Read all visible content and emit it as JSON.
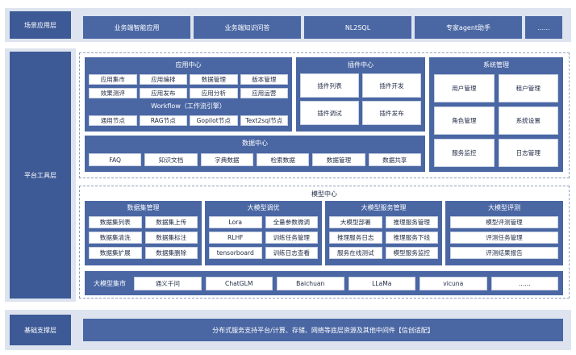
{
  "layers": {
    "scene": "场景应用层",
    "platform": "平台工具层",
    "base": "基础支撑层"
  },
  "scene_items": [
    "业务端智能应用",
    "业务端知识问答",
    "NL2SQL",
    "专家agent助手",
    "......"
  ],
  "app_center": {
    "title": "应用中心",
    "row1": [
      "应用集市",
      "应用编排",
      "数据管理",
      "版本管理"
    ],
    "row2": [
      "效果测评",
      "应用发布",
      "应用分析",
      "应用运营"
    ],
    "workflow_title": "Workflow（工作流引擎）",
    "row3": [
      "通用节点",
      "RAG节点",
      "Gopilot节点",
      "Text2sql节点"
    ]
  },
  "plugin_center": {
    "title": "插件中心",
    "items": [
      "插件列表",
      "插件开发",
      "插件调试",
      "插件发布"
    ]
  },
  "system_mgmt": {
    "title": "系统管理",
    "items": [
      "用户管理",
      "租户管理",
      "角色管理",
      "系统设置",
      "服务监控",
      "日志管理"
    ]
  },
  "data_center": {
    "title": "数据中心",
    "items": [
      "FAQ",
      "知识文档",
      "字典数据",
      "检索数据",
      "数据管理",
      "数据共享"
    ]
  },
  "model_center": {
    "title": "模型中心",
    "dataset": {
      "title": "数据集管理",
      "items": [
        "数据集列表",
        "数据集上传",
        "数据集清洗",
        "数据集标注",
        "数据集扩展",
        "数据集删除"
      ]
    },
    "tuning": {
      "title": "大模型调优",
      "items": [
        "Lora",
        "全量参数微调",
        "RLHF",
        "训练任务管理",
        "tensorboard",
        "训练日志查看"
      ]
    },
    "service": {
      "title": "大模型服务管理",
      "items": [
        "大模型部署",
        "推理服务管理",
        "推理服务日志",
        "推理服务下线",
        "服务在线测试",
        "模型服务监控"
      ]
    },
    "eval": {
      "title": "大模型评测",
      "items": [
        "模型评测管理",
        "评测任务管理",
        "评测结果报告"
      ]
    },
    "market": {
      "title": "大模型集市",
      "items": [
        "通义千问",
        "ChatGLM",
        "Baichuan",
        "LLaMa",
        "vicuna",
        "......"
      ]
    }
  },
  "base_text": "分布式服务支持平台/计算、存储、网络等底层资源及其他中间件【信创适配】",
  "colors": {
    "label": "#3d5a96",
    "panel_head": "#4a67a4",
    "layer_bg": "#dde4ef",
    "cell_bg": "#ffffff"
  }
}
